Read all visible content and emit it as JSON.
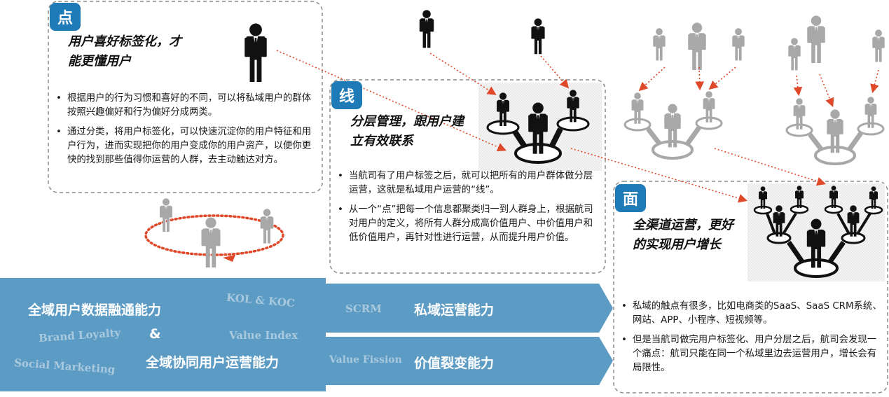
{
  "dot": {
    "badge": "点",
    "title_line1": "用户喜好标签化，才",
    "title_line2": "能更懂用户",
    "bullets": [
      "根据用户的行为习惯和喜好的不同，可以将私域用户的群体按照兴趣偏好和行为偏好分成两类。",
      "通过分类，将用户标签化，可以快速沉淀你的用户特征和用户行为，进而实现把你的用户变成你的用户资产，以便你更快的找到那些值得你运营的人群，去主动触达对方。"
    ]
  },
  "line": {
    "badge": "线",
    "title_line1": "分层管理，跟用户建",
    "title_line2": "立有效联系",
    "bullets": [
      "当航司有了用户标签之后，就可以把所有的用户群体做分层运营，这就是私域用户运营的“线”。",
      "从一个“点”把每一个信息都聚类归一到人群身上，根据航司对用户的定义，将所有人群分成高价值用户、中价值用户和低价值用户，再针对性进行运营，从而提升用户价值。"
    ]
  },
  "surface": {
    "badge": "面",
    "title_line1": "全渠道运营，更好",
    "title_line2": "的实现用户增长",
    "bullets": [
      "私域的触点有很多，比如电商类的SaaS、SaaS CRM系统、网站、APP、小程序、短视频等。",
      "但是当航司做完用户标签化、用户分层之后，航司会发现一个痛点：航司只能在同一个私域里边去运营用户，增长会有局限性。"
    ]
  },
  "banner": {
    "left_top": "全域用户数据融通能力",
    "amp": "&",
    "left_bottom": "全域协同用户运营能力",
    "right_top": "私域运营能力",
    "right_bottom": "价值裂变能力",
    "ghost_kol": "KOL & KOC",
    "ghost_brand": "Brand Loyalty",
    "ghost_value_index": "Value Index",
    "ghost_social": "Social Marketing",
    "ghost_scrm": "SCRM",
    "ghost_fission": "Value Fission"
  },
  "colors": {
    "accent": "#1f7ab8",
    "banner": "#5b9bc4",
    "dotted_arrow": "#e0482a",
    "person_dark": "#111111",
    "person_gray": "#a8a8a8"
  }
}
